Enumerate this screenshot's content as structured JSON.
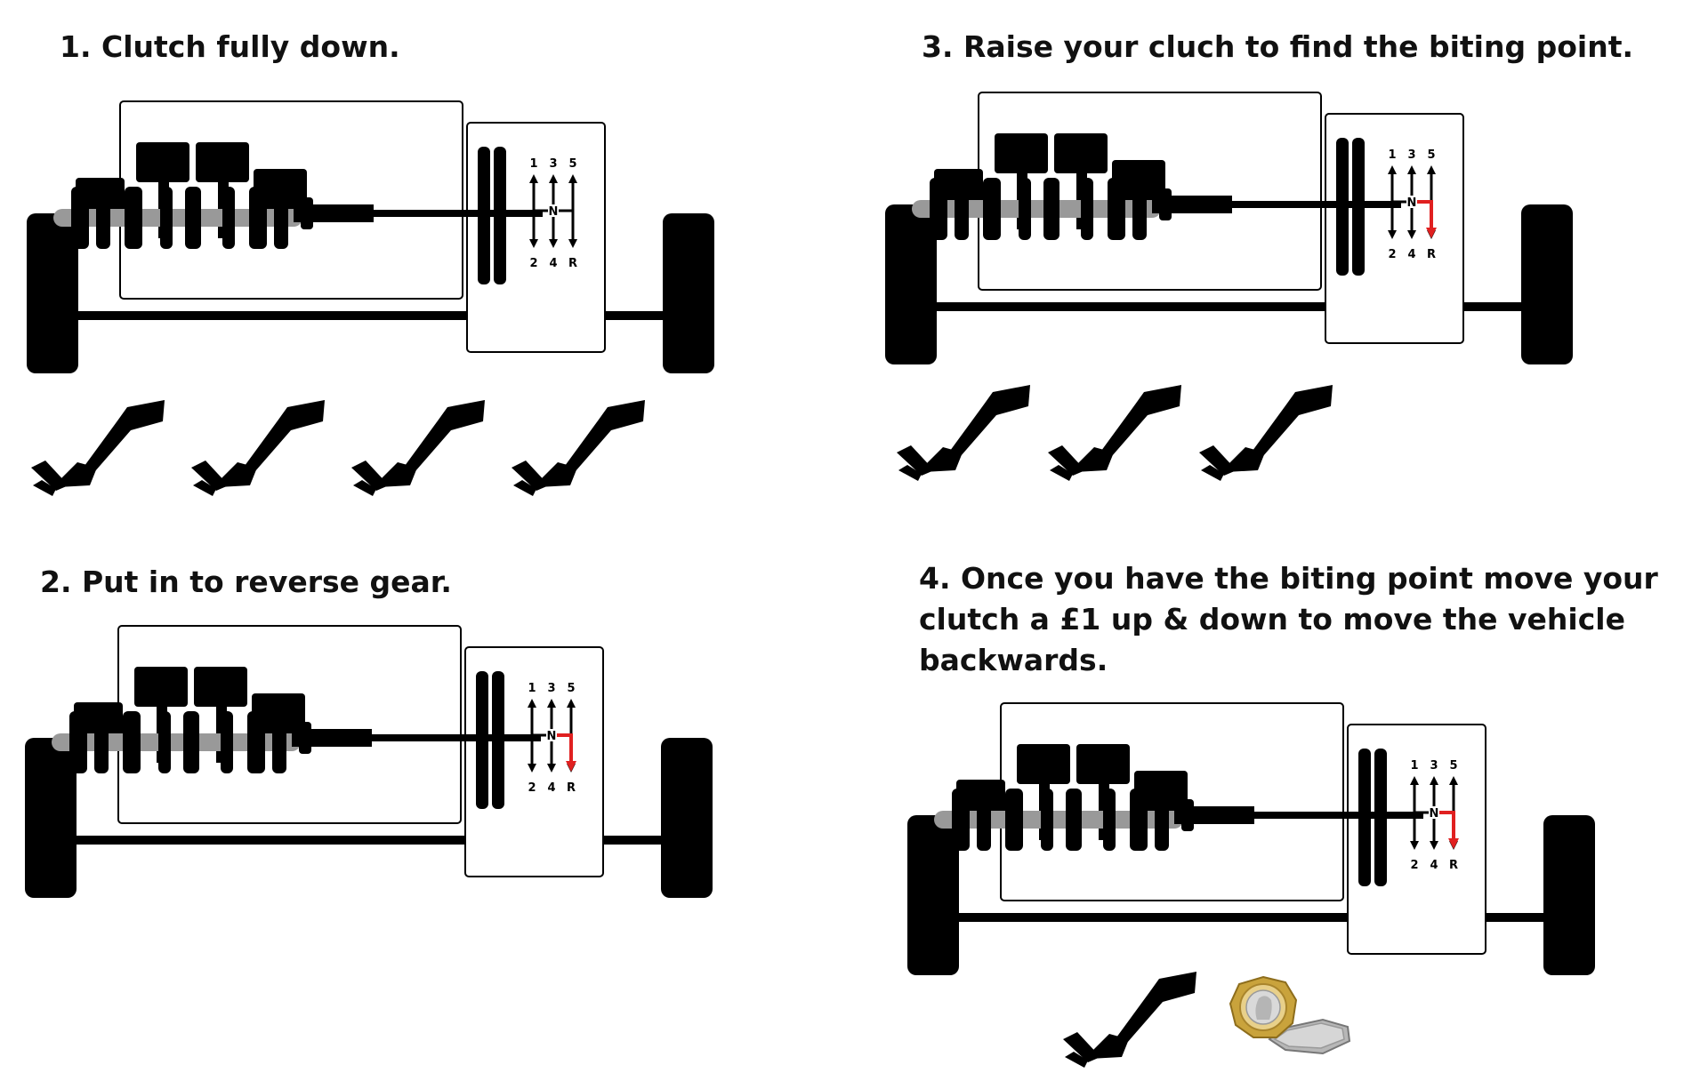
{
  "steps": [
    {
      "title": "1. Clutch fully down.",
      "gear": "neutral",
      "pedals": 4,
      "coin": false
    },
    {
      "title": "2. Put in to reverse gear.",
      "gear": "reverse",
      "pedals": 0,
      "coin": false
    },
    {
      "title": "3. Raise your cluch to find the biting point.",
      "gear": "reverse",
      "pedals": 3,
      "coin": false
    },
    {
      "title_lines": [
        "4. Once you have the biting point move your",
        "clutch a £1 up & down to move the vehicle",
        "backwards."
      ],
      "gear": "reverse",
      "pedals": 1,
      "coin": true
    }
  ],
  "gear_labels": {
    "top": [
      "1",
      "3",
      "5"
    ],
    "bottom": [
      "2",
      "4",
      "R"
    ],
    "neutral": "N"
  },
  "colors": {
    "ink": "#000000",
    "shaft": "#999999",
    "reverse_path": "#e02020",
    "coin_gold": "#d8b54a",
    "coin_silver": "#c8c8c8"
  },
  "icons": [
    "drivetrain-diagram",
    "gear-shift-pattern",
    "clutch-pedal-icon",
    "pound-coin-icon"
  ]
}
